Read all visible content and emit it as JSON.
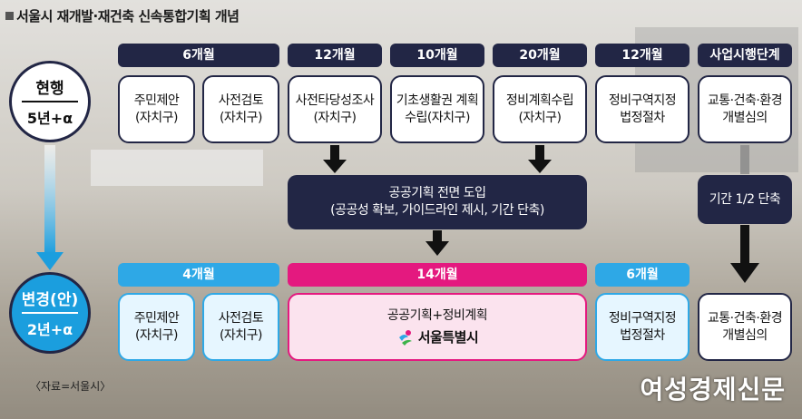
{
  "title": "서울시 재개발·재건축 신속통합기획 개념",
  "current": {
    "label": "현행",
    "duration": "5년+α",
    "stages": [
      {
        "period": "6개월",
        "boxes": [
          "주민제안\n(자치구)",
          "사전검토\n(자치구)"
        ]
      },
      {
        "period": "12개월",
        "boxes": [
          "사전타당성조사\n(자치구)"
        ]
      },
      {
        "period": "10개월",
        "boxes": [
          "기초생활권 계획\n수립(자치구)"
        ]
      },
      {
        "period": "20개월",
        "boxes": [
          "정비계획수립\n(자치구)"
        ]
      },
      {
        "period": "12개월",
        "boxes": [
          "정비구역지정\n법정절차"
        ]
      },
      {
        "period": "사업시행단계",
        "boxes": [
          "교통·건축·환경\n개별심의"
        ]
      }
    ]
  },
  "public_plan": {
    "line1": "공공기획 전면 도입",
    "line2": "(공공성 확보, 가이드라인 제시, 기간 단축)"
  },
  "period_cut": "기간 1/2 단축",
  "changed": {
    "label": "변경(안)",
    "duration": "2년+α",
    "stages": [
      {
        "period": "4개월",
        "boxes": [
          "주민제안\n(자치구)",
          "사전검토\n(자치구)"
        ]
      },
      {
        "period": "14개월",
        "boxes": [
          "공공기획+정비계획"
        ],
        "logo_text": "서울특별시"
      },
      {
        "period": "6개월",
        "boxes": [
          "정비구역지정\n법정절차"
        ]
      },
      {
        "period": "",
        "boxes": [
          "교통·건축·환경\n개별심의"
        ]
      }
    ]
  },
  "source": "〈자료=서울시〉",
  "watermark": "여성경제신문"
}
